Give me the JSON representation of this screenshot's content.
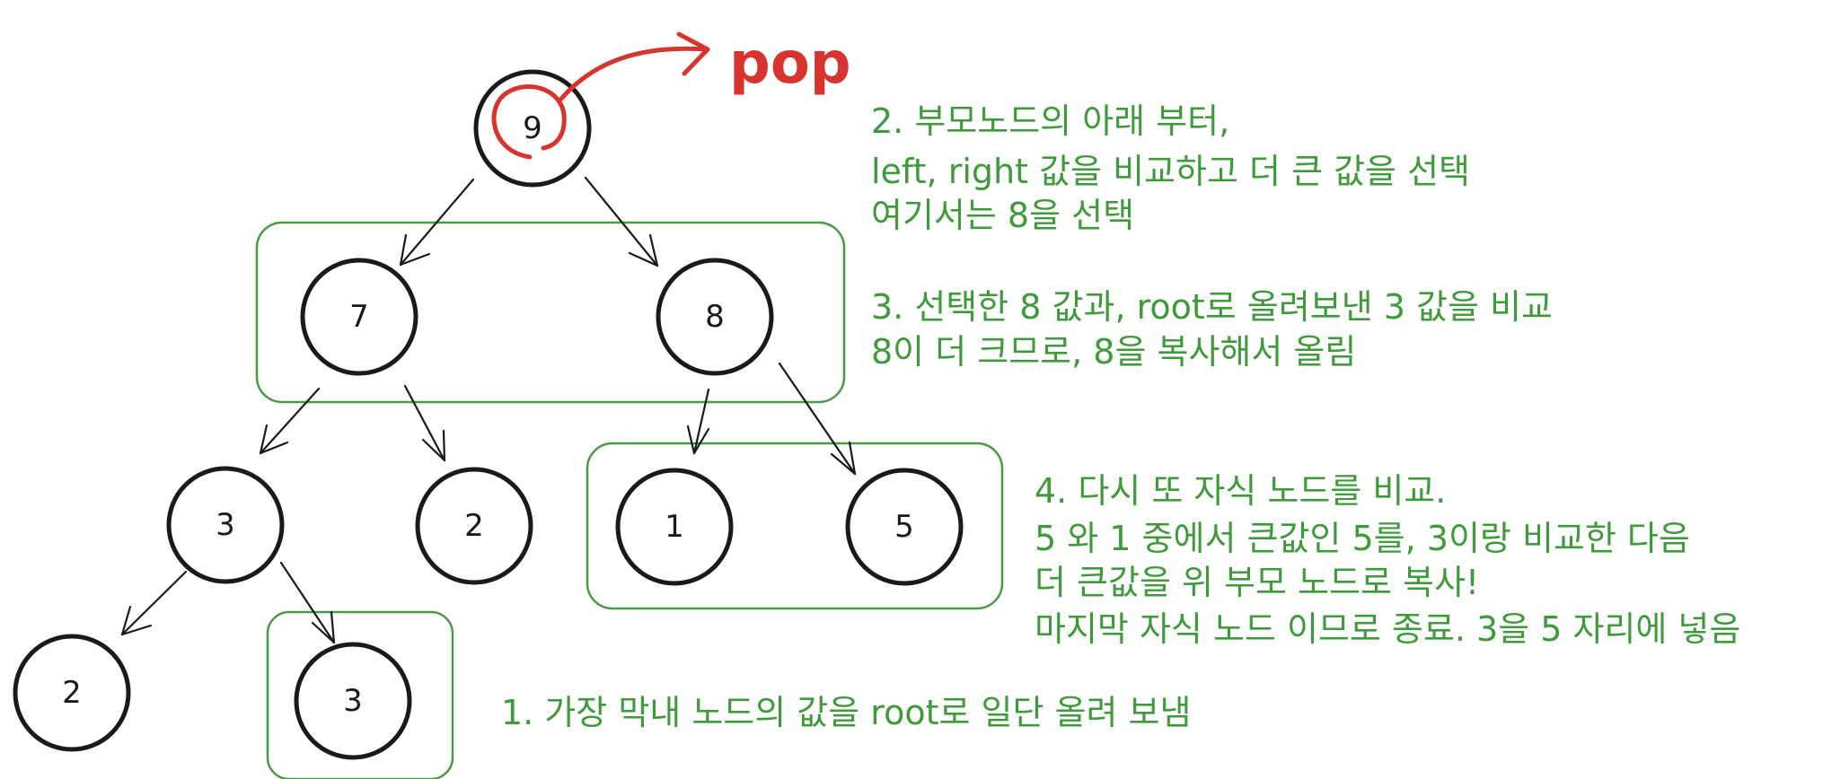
{
  "colors": {
    "node_stroke": "#1a1a1a",
    "annotation_green": "#3f9a3b",
    "highlight_box_green": "#4a9a47",
    "pop_red": "#d7332f"
  },
  "tree": {
    "root": "9",
    "level1": [
      "7",
      "8"
    ],
    "level2": [
      "3",
      "2",
      "1",
      "5"
    ],
    "level3": [
      "2",
      "3"
    ]
  },
  "pop_label": "pop",
  "notes": {
    "step1": [
      "1. 가장 막내 노드의 값을 root로 일단 올려 보냄"
    ],
    "step2": [
      "2. 부모노드의 아래 부터,",
      "left, right 값을 비교하고 더 큰 값을 선택",
      "여기서는 8을 선택"
    ],
    "step3": [
      "3. 선택한 8 값과, root로 올려보낸 3 값을 비교",
      "8이 더 크므로, 8을 복사해서 올림"
    ],
    "step4": [
      "4. 다시 또 자식 노드를 비교.",
      "5 와 1 중에서 큰값인 5를, 3이랑 비교한 다음",
      "더 큰값을 위 부모 노드로 복사!",
      "마지막 자식 노드 이므로 종료. 3을 5 자리에 넣음"
    ]
  }
}
